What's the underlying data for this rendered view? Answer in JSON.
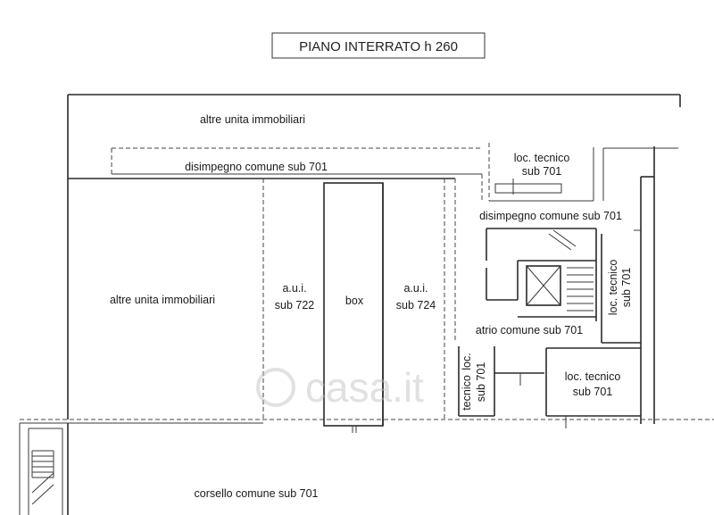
{
  "title": "PIANO INTERRATO h 260",
  "labels": {
    "altre_top": "altre unita immobiliari",
    "disimpegno_top": "disimpegno comune sub 701",
    "loc_tecnico_top_1": "loc. tecnico",
    "loc_tecnico_top_2": "sub 701",
    "disimpegno_right": "disimpegno comune sub 701",
    "altre_left": "altre unita immobiliari",
    "aui_722_1": "a.u.i.",
    "aui_722_2": "sub 722",
    "box": "box",
    "aui_724_1": "a.u.i.",
    "aui_724_2": "sub 724",
    "loc_tecnico_vert_1": "loc. tecnico",
    "loc_tecnico_vert_2": "sub 701",
    "atrio": "atrio comune sub 701",
    "loc_tecnico_small_1": "loc.",
    "loc_tecnico_small_2": "tecnico",
    "loc_tecnico_small_3": "sub 701",
    "loc_tecnico_right_1": "loc. tecnico",
    "loc_tecnico_right_2": "sub 701",
    "corsello": "corsello comune sub 701"
  },
  "watermark": "casa.it",
  "colors": {
    "ink": "#2a2a2a",
    "watermark": "#bdbdbd",
    "background": "#ffffff"
  }
}
